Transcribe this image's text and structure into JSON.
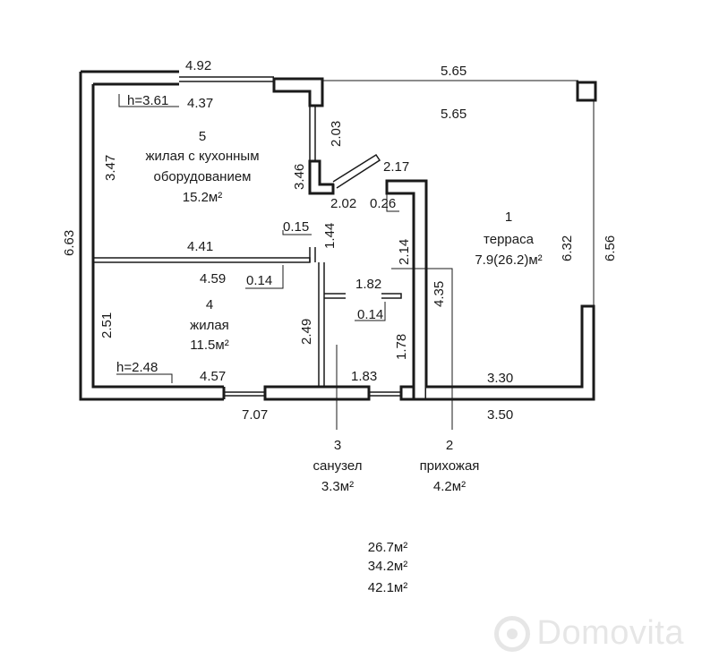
{
  "dims": {
    "top_left": "4.92",
    "top_right": "5.65",
    "inner_top": "4.37",
    "inner_right": "5.65",
    "ceiling_top": "h=3.61",
    "part_203": "2.03",
    "part_346": "3.46",
    "part_347": "3.47",
    "part_217": "2.17",
    "part_202": "2.02",
    "part_026": "0.26",
    "part_144": "1.44",
    "part_015": "0.15",
    "part_214": "2.14",
    "part_441": "4.41",
    "part_459": "4.59",
    "part_014a": "0.14",
    "part_182": "1.82",
    "part_435": "4.35",
    "part_014b": "0.14",
    "part_251": "2.51",
    "part_249": "2.49",
    "part_178": "1.78",
    "ceiling_bottom": "h=2.48",
    "part_457": "4.57",
    "part_183": "1.83",
    "part_330": "3.30",
    "bottom_707": "7.07",
    "bottom_350": "3.50",
    "left_663": "6.63",
    "right_632": "6.32",
    "right_656": "6.56"
  },
  "rooms": {
    "r5": {
      "num": "5",
      "line1": "жилая с кухонным",
      "line2": "оборудованием",
      "area": "15.2м²"
    },
    "r4": {
      "num": "4",
      "name": "жилая",
      "area": "11.5м²"
    },
    "r1": {
      "num": "1",
      "name": "терраса",
      "area": "7.9(26.2)м²"
    },
    "r3": {
      "num": "3",
      "name": "санузел",
      "area": "3.3м²"
    },
    "r2": {
      "num": "2",
      "name": "прихожая",
      "area": "4.2м²"
    }
  },
  "totals": [
    "26.7м²",
    "34.2м²",
    "42.1м²"
  ],
  "watermark": "Domovita"
}
